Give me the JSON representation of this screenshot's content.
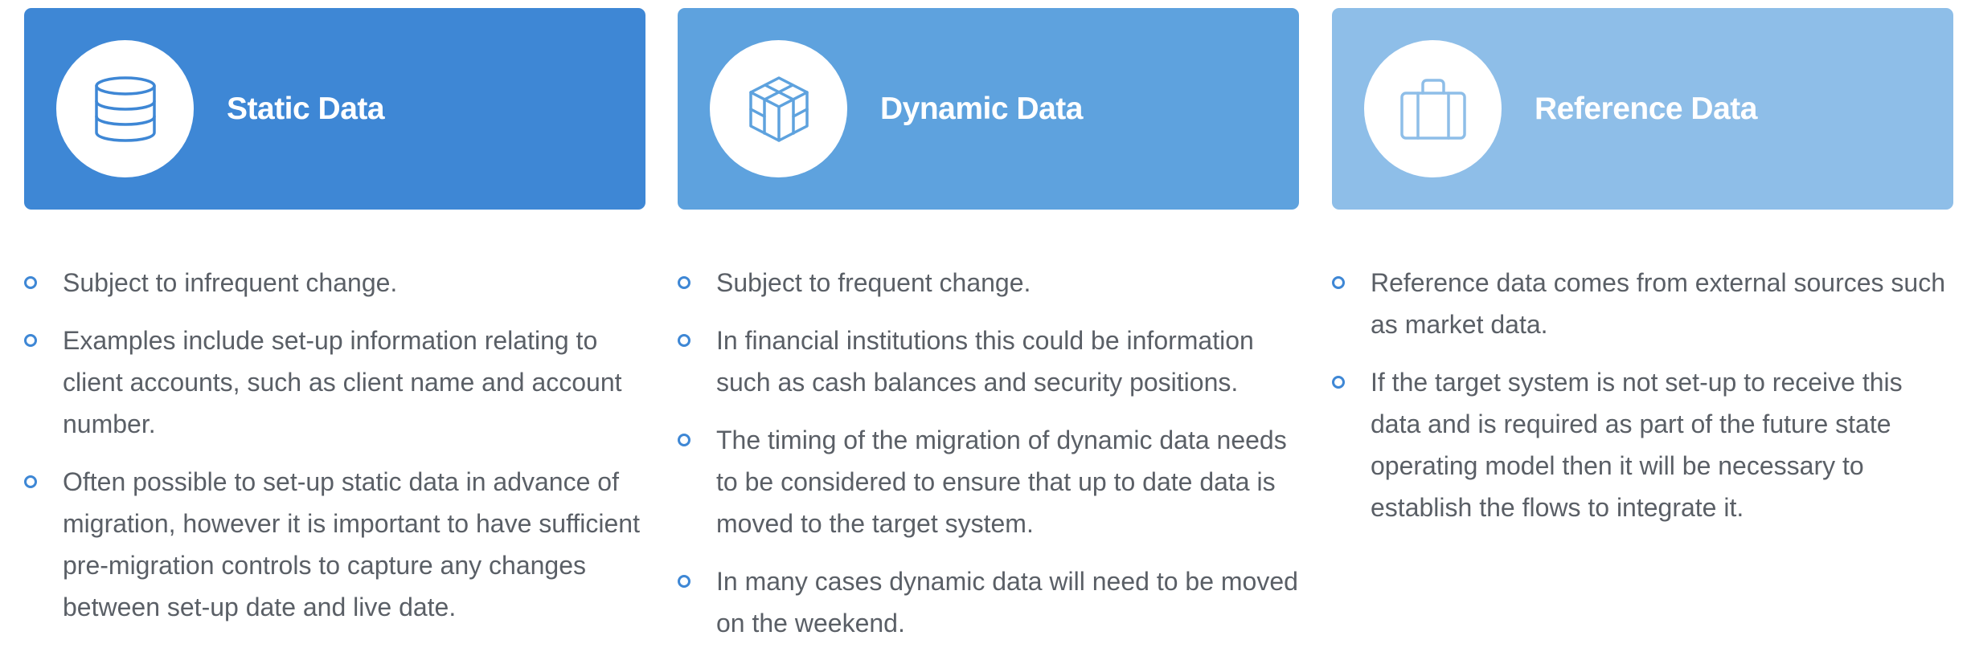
{
  "colors": {
    "static_header": "#3e87d5",
    "dynamic_header": "#5ea2de",
    "reference_header": "#8ebee8",
    "bullet": "#3e87d5",
    "text": "#5a5f66"
  },
  "columns": [
    {
      "title": "Static Data",
      "icon": "database-icon",
      "bullets": [
        "Subject to infrequent change.",
        "Examples include set-up information relating to client accounts, such as client name and account number.",
        "Often possible to set-up static data in advance of migration, however it is important to have sufficient pre-migration controls to capture any changes between set-up date and live date."
      ]
    },
    {
      "title": "Dynamic Data",
      "icon": "cube-icon",
      "bullets": [
        "Subject to frequent change.",
        "In financial institutions this could be information such as cash balances and security positions.",
        "The timing of the migration of dynamic data needs to be considered to ensure that up to date data is moved to the target system.",
        "In many cases dynamic data will need to be moved on the weekend."
      ]
    },
    {
      "title": "Reference Data",
      "icon": "briefcase-icon",
      "bullets": [
        "Reference data comes from external sources such as market data.",
        "If the target system is not set-up to receive this data and is required as part of the future state operating model then it will be necessary to establish the flows to integrate it."
      ]
    }
  ]
}
